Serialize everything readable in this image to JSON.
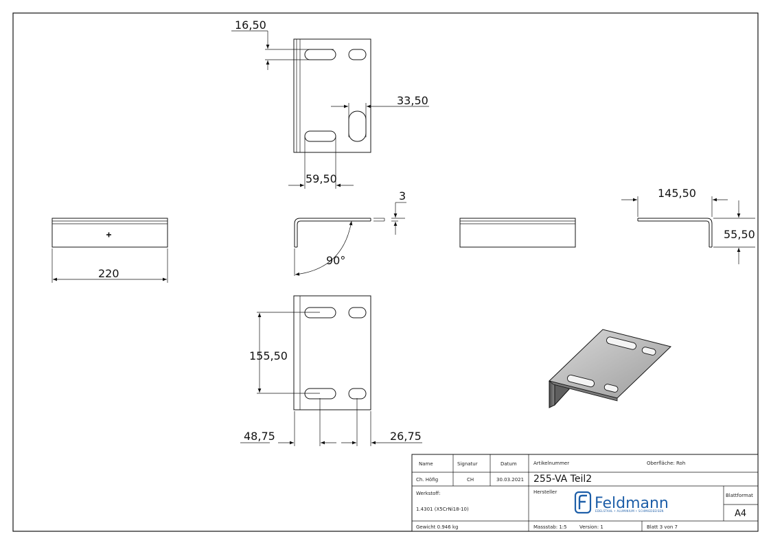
{
  "dimensions": {
    "d_16_50": "16,50",
    "d_33_50": "33,50",
    "d_59_50": "59,50",
    "d_3": "3",
    "d_220": "220",
    "d_90deg": "90°",
    "d_145_50": "145,50",
    "d_55_50": "55,50",
    "d_155_50": "155,50",
    "d_48_75": "48,75",
    "d_26_75": "26,75"
  },
  "title_block": {
    "name_label": "Name",
    "signatur_label": "Signatur",
    "datum_label": "Datum",
    "name_value": "Ch. Höfig",
    "signatur_value": "CH",
    "datum_value": "30.03.2021",
    "artikelnummer_label": "Artikelnummer",
    "oberflaeche": "Oberfläche:  Roh",
    "artikelnummer_value": "255-VA Teil2",
    "werkstoff_label": "Werkstoff:",
    "werkstoff_value": "1.4301 (X5CrNi18-10)",
    "hersteller_label": "Hersteller",
    "logo_name": "Feldmann",
    "logo_tagline": "EDELSTAHL • ALUMINIUM • SCHMIEDEEISEN",
    "blattformat_label": "Blattformat",
    "blattformat_value": "A4",
    "gewicht": "Gewicht 0.946 kg",
    "massstab": "Massstab: 1:5",
    "version": "Version: 1",
    "blatt": "Blatt 3 von 7"
  },
  "colors": {
    "brand": "#1d5ea8",
    "line": "#111111"
  }
}
